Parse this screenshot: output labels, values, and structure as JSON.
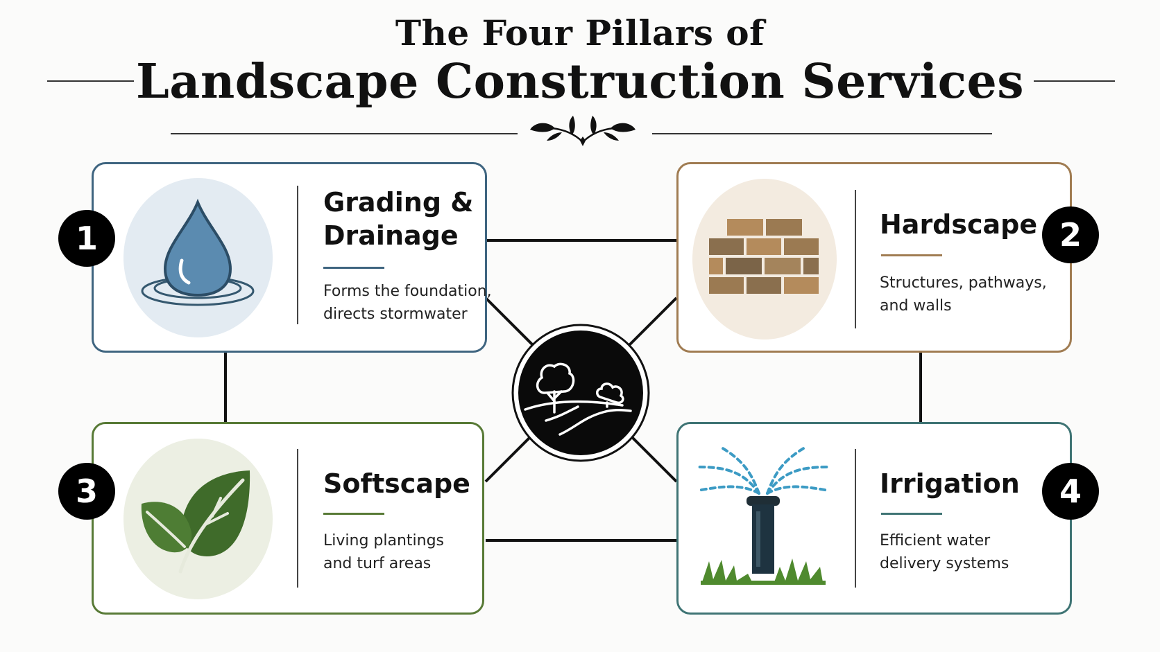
{
  "header": {
    "title_top": "The Four Pillars of",
    "title_main": "Landscape Construction Services"
  },
  "pillars": [
    {
      "number": "1",
      "title": "Grading &\nDrainage",
      "description": "Forms the foundation,\ndirects stormwater",
      "icon": "water-drop-icon",
      "color": "#3f6580",
      "icon_bg": "#e3ebf2"
    },
    {
      "number": "2",
      "title": "Hardscape",
      "description": "Structures, pathways,\nand walls",
      "icon": "brick-wall-icon",
      "color": "#a07c52",
      "icon_bg": "#f3ebe0"
    },
    {
      "number": "3",
      "title": "Softscape",
      "description": "Living plantings\nand turf areas",
      "icon": "leaf-icon",
      "color": "#587a36",
      "icon_bg": "#ecefe3"
    },
    {
      "number": "4",
      "title": "Irrigation",
      "description": "Efficient water\ndelivery systems",
      "icon": "sprinkler-icon",
      "color": "#3f7474",
      "icon_bg": "#ffffff"
    }
  ],
  "center": {
    "icon": "landscape-tree-path-icon"
  }
}
